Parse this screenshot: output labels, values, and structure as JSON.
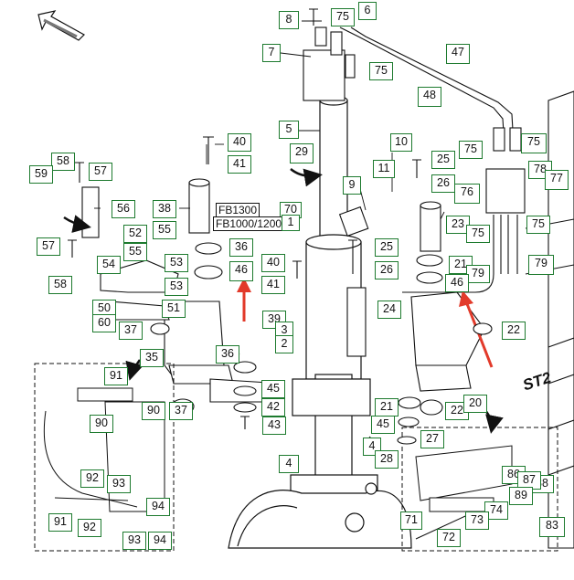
{
  "diagram": {
    "callouts": {
      "c8": "8",
      "c75a": "75",
      "c6": "6",
      "c7": "7",
      "c75b": "75",
      "c47": "47",
      "c48": "48",
      "c5": "5",
      "c40a": "40",
      "c41a": "41",
      "c29": "29",
      "c10": "10",
      "c75c": "75",
      "c75d": "75",
      "c58a": "58",
      "c57a": "57",
      "c59": "59",
      "c11": "11",
      "c25a": "25",
      "c78": "78",
      "c77": "77",
      "c9": "9",
      "c26a": "26",
      "c76": "76",
      "c56": "56",
      "c38": "38",
      "c70": "70",
      "c1": "1",
      "c23": "23",
      "c75e": "75",
      "c75f": "75",
      "c52": "52",
      "c55a": "55",
      "c55b": "55",
      "c57b": "57",
      "c36a": "36",
      "c25b": "25",
      "c53a": "53",
      "c54": "54",
      "c40b": "40",
      "c26b": "26",
      "c21a": "21",
      "c79a": "79",
      "c79b": "79",
      "c58b": "58",
      "c46a": "46",
      "c41b": "41",
      "c46b": "46",
      "c53b": "53",
      "c50": "50",
      "c51": "51",
      "c24": "24",
      "c60": "60",
      "c39": "39",
      "c3": "3",
      "c37a": "37",
      "c2": "2",
      "c22a": "22",
      "c35": "35",
      "c36b": "36",
      "c91a": "91",
      "c45a": "45",
      "c90a": "90",
      "c90b": "90",
      "c37b": "37",
      "c42": "42",
      "c21b": "21",
      "c22b": "22",
      "c20": "20",
      "c43": "43",
      "c45b": "45",
      "c27": "27",
      "c4a": "4",
      "c28": "28",
      "c4b": "4",
      "c92a": "92",
      "c93a": "93",
      "c86": "86",
      "c88": "88",
      "c87": "87",
      "c89": "89",
      "c94a": "94",
      "c74": "74",
      "c71": "71",
      "c73": "73",
      "c91b": "91",
      "c92b": "92",
      "c72": "72",
      "c83": "83",
      "c93b": "93",
      "c94b": "94"
    },
    "model_labels": {
      "fb1300": "FB1300",
      "fb1000": "FB1000/1200"
    },
    "section_label": "ST2",
    "colors": {
      "callout_border": "#1d7a2e",
      "arrow_red": "#e23a2a",
      "line": "#111111"
    }
  }
}
